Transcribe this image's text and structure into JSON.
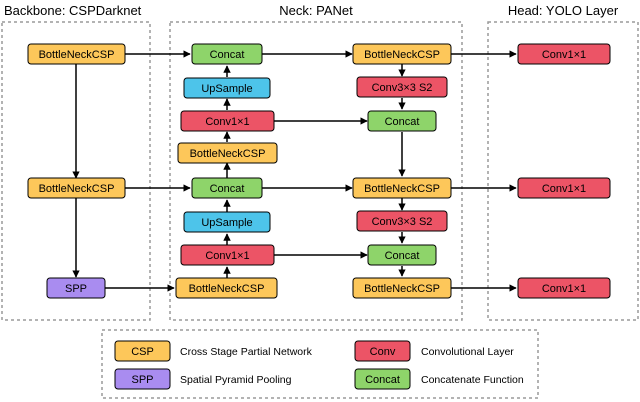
{
  "sections": {
    "backbone": "Backbone: CSPDarknet",
    "neck": "Neck: PANet",
    "head": "Head: YOLO Layer"
  },
  "colors": {
    "csp": "#fdc75a",
    "spp": "#a98cf0",
    "conv": "#ec5466",
    "concat": "#8ed46a",
    "upsample": "#4dc4ea",
    "stroke": "#000000",
    "dash": "#9a9a9a"
  },
  "nodes": {
    "bb_csp1": "BottleNeckCSP",
    "bb_csp2": "BottleNeckCSP",
    "bb_spp": "SPP",
    "nk_concat1": "Concat",
    "nk_upsample1": "UpSample",
    "nk_conv1": "Conv1×1",
    "nk_csp1": "BottleNeckCSP",
    "nk_concat2": "Concat",
    "nk_upsample2": "UpSample",
    "nk_conv2": "Conv1×1",
    "nk_csp2": "BottleNeckCSP",
    "nk_csp3": "BottleNeckCSP",
    "nk_convs1": "Conv3×3 S2",
    "nk_concat3": "Concat",
    "nk_csp4": "BottleNeckCSP",
    "nk_convs2": "Conv3×3 S2",
    "nk_concat4": "Concat",
    "nk_csp5": "BottleNeckCSP",
    "hd_conv1": "Conv1×1",
    "hd_conv2": "Conv1×1",
    "hd_conv3": "Conv1×1"
  },
  "legend": [
    {
      "swatch": "CSP",
      "description": "Cross Stage Partial Network",
      "color_key": "csp"
    },
    {
      "swatch": "Conv",
      "description": "Convolutional Layer",
      "color_key": "conv"
    },
    {
      "swatch": "SPP",
      "description": "Spatial Pyramid Pooling",
      "color_key": "spp"
    },
    {
      "swatch": "Concat",
      "description": "Concatenate Function",
      "color_key": "concat"
    }
  ]
}
